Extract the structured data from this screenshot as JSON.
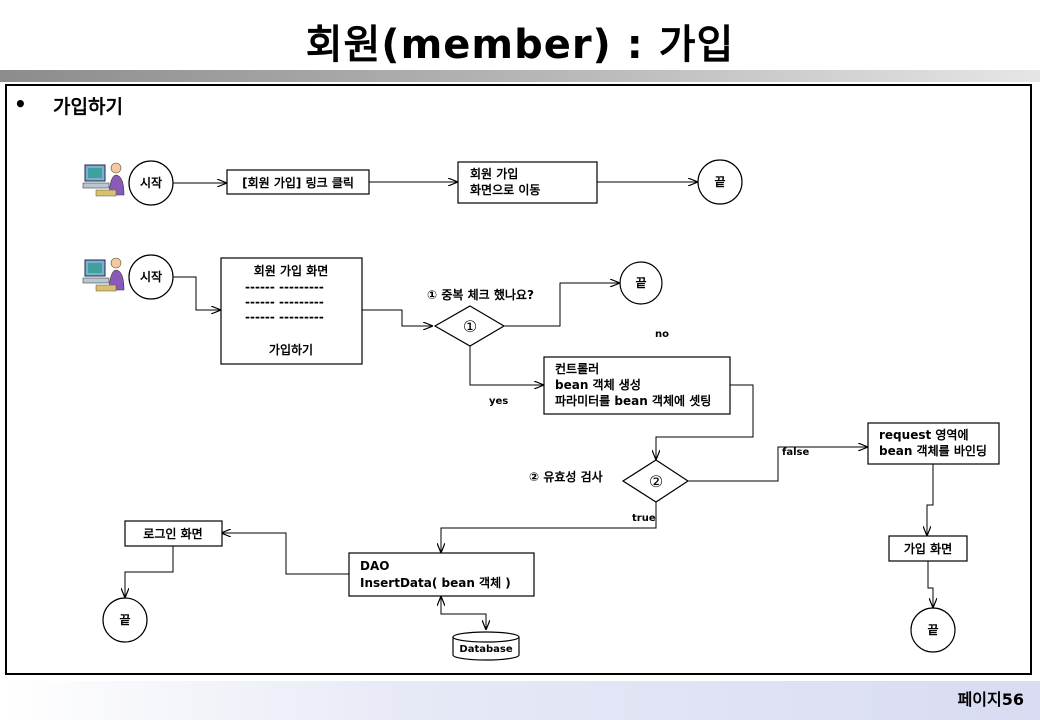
{
  "title": "회원(member) : 가입",
  "section": {
    "bullet": "•",
    "heading": "가입하기"
  },
  "flow1": {
    "start": "시작",
    "click_link": "[회원 가입] 링크 클릭",
    "move_line1": "회원 가입",
    "move_line2": "화면으로 이동",
    "end": "끝"
  },
  "flow2": {
    "start": "시작",
    "form_title": "회원 가입 화면",
    "form_rows": [
      "------   ---------",
      "------   ---------",
      "------   ---------"
    ],
    "form_button": "가입하기",
    "q1_label": "① 중복 체크 했나요?",
    "q1_symbol": "①",
    "end_top": "끝",
    "no": "no",
    "yes": "yes",
    "controller": [
      "컨트롤러",
      "bean 객체 생성",
      "파라미터를 bean 객체에 셋팅"
    ],
    "q2_label": "② 유효성 검사",
    "q2_symbol": "②",
    "false": "false",
    "true": "true",
    "request_bind": [
      "request 영역에",
      "bean 객체를 바인딩"
    ],
    "join_screen": "가입 화면",
    "end_right": "끝",
    "dao": [
      "DAO",
      "InsertData( bean 객체 )"
    ],
    "database": "Database",
    "login_screen": "로그인 화면",
    "end_left": "끝"
  },
  "page": "페이지56"
}
